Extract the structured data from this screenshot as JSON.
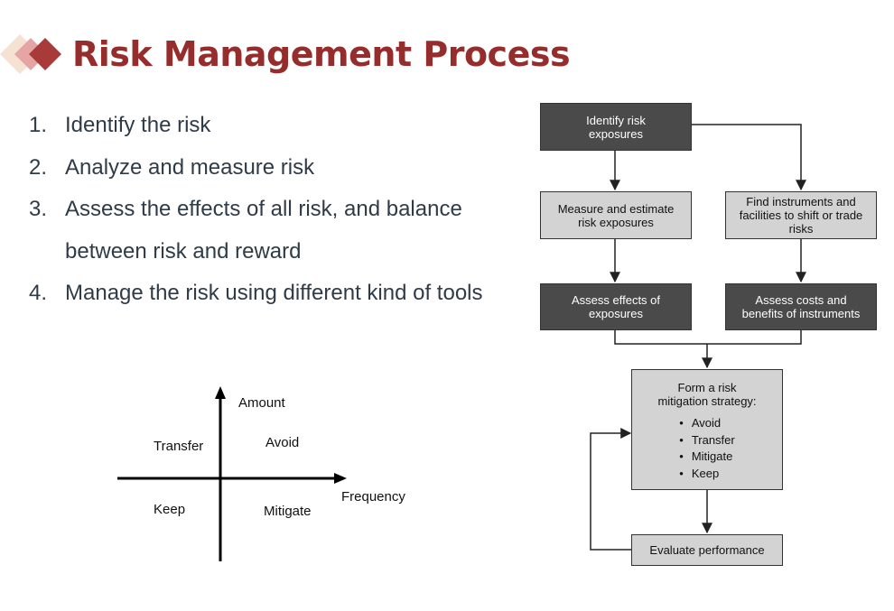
{
  "title": "Risk Management Process",
  "steps": [
    {
      "num": "1.",
      "text": "Identify the risk"
    },
    {
      "num": "2.",
      "text": "Analyze and measure risk"
    },
    {
      "num": "3.",
      "text": "Assess the effects of all risk, and balance between risk and reward"
    },
    {
      "num": "4.",
      "text": "Manage the risk using different kind of tools"
    }
  ],
  "quadrant": {
    "y_axis_label": "Amount",
    "x_axis_label": "Frequency",
    "top_left": "Transfer",
    "top_right": "Avoid",
    "bottom_left": "Keep",
    "bottom_right": "Mitigate"
  },
  "flowchart": {
    "identify": "Identify risk exposures",
    "measure": "Measure and estimate risk exposures",
    "find_instruments": "Find instruments and facilities to shift or trade risks",
    "assess_effects": "Assess effects of exposures",
    "assess_costs": "Assess costs and benefits of instruments",
    "strategy_title": "Form a risk mitigation strategy:",
    "strategy_items": [
      "Avoid",
      "Transfer",
      "Mitigate",
      "Keep"
    ],
    "evaluate": "Evaluate performance"
  },
  "colors": {
    "title": "#962d2d",
    "dark_box": "#4a4a4a",
    "light_box": "#d3d3d3",
    "deco_1": "#f6e2d3",
    "deco_2": "#e5a5a5",
    "deco_3": "#a93a3a"
  }
}
